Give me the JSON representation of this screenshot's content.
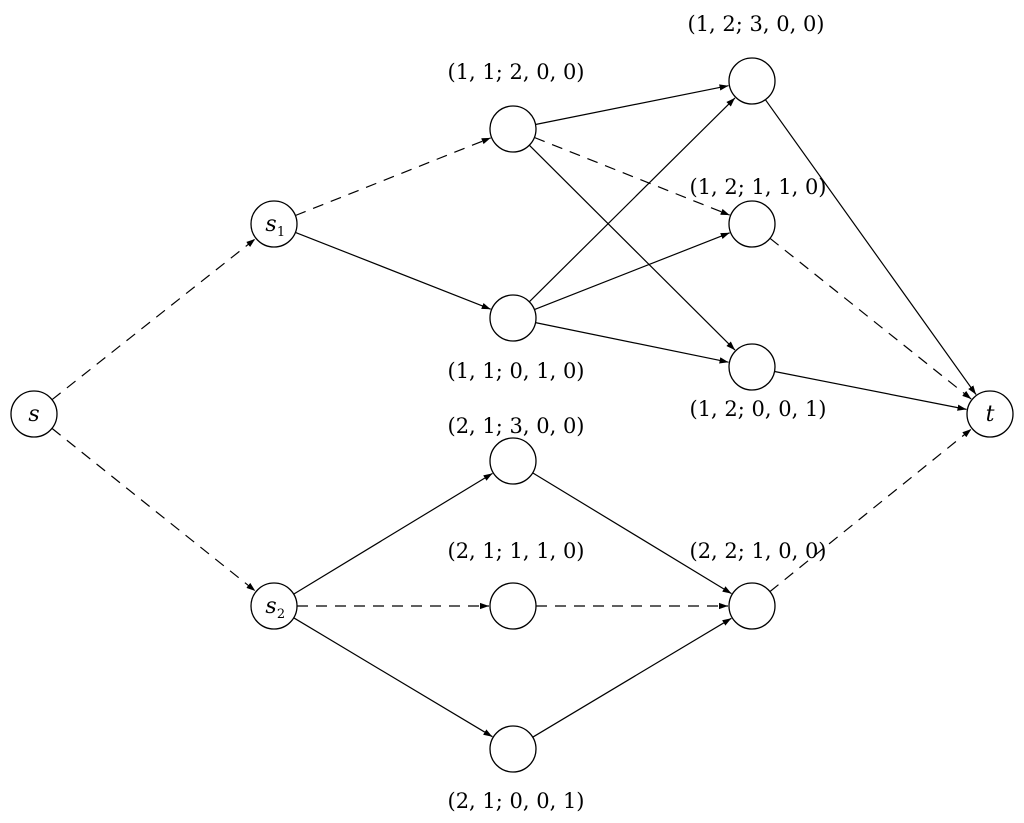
{
  "diagram": {
    "nodes": [
      {
        "id": "s",
        "base": "s",
        "sub": "",
        "tuple": ""
      },
      {
        "id": "s1",
        "base": "s",
        "sub": "1",
        "tuple": ""
      },
      {
        "id": "s2",
        "base": "s",
        "sub": "2",
        "tuple": ""
      },
      {
        "id": "a",
        "base": "",
        "sub": "",
        "tuple": "(1, 1; 2, 0, 0)"
      },
      {
        "id": "b",
        "base": "",
        "sub": "",
        "tuple": "(1, 1; 0, 1, 0)"
      },
      {
        "id": "c",
        "base": "",
        "sub": "",
        "tuple": "(2, 1; 3, 0, 0)"
      },
      {
        "id": "d",
        "base": "",
        "sub": "",
        "tuple": "(2, 1; 1, 1, 0)"
      },
      {
        "id": "e",
        "base": "",
        "sub": "",
        "tuple": "(2, 1; 0, 0, 1)"
      },
      {
        "id": "f",
        "base": "",
        "sub": "",
        "tuple": "(1, 2; 3, 0, 0)"
      },
      {
        "id": "g",
        "base": "",
        "sub": "",
        "tuple": "(1, 2; 1, 1, 0)"
      },
      {
        "id": "h",
        "base": "",
        "sub": "",
        "tuple": "(1, 2; 0, 0, 1)"
      },
      {
        "id": "i",
        "base": "",
        "sub": "",
        "tuple": "(2, 2; 1, 0, 0)"
      },
      {
        "id": "t",
        "base": "t",
        "sub": "",
        "tuple": ""
      }
    ],
    "edges": [
      {
        "from": "s",
        "to": "s1",
        "style": "dashed"
      },
      {
        "from": "s",
        "to": "s2",
        "style": "dashed"
      },
      {
        "from": "s1",
        "to": "a",
        "style": "dashed"
      },
      {
        "from": "s1",
        "to": "b",
        "style": "solid"
      },
      {
        "from": "a",
        "to": "f",
        "style": "solid"
      },
      {
        "from": "a",
        "to": "g",
        "style": "dashed"
      },
      {
        "from": "a",
        "to": "h",
        "style": "solid"
      },
      {
        "from": "b",
        "to": "f",
        "style": "solid"
      },
      {
        "from": "b",
        "to": "g",
        "style": "solid"
      },
      {
        "from": "b",
        "to": "h",
        "style": "solid"
      },
      {
        "from": "s2",
        "to": "c",
        "style": "solid"
      },
      {
        "from": "s2",
        "to": "d",
        "style": "dashed"
      },
      {
        "from": "s2",
        "to": "e",
        "style": "solid"
      },
      {
        "from": "c",
        "to": "i",
        "style": "solid"
      },
      {
        "from": "d",
        "to": "i",
        "style": "dashed"
      },
      {
        "from": "e",
        "to": "i",
        "style": "solid"
      },
      {
        "from": "f",
        "to": "t",
        "style": "solid"
      },
      {
        "from": "g",
        "to": "t",
        "style": "dashed"
      },
      {
        "from": "h",
        "to": "t",
        "style": "solid"
      },
      {
        "from": "i",
        "to": "t",
        "style": "dashed"
      }
    ]
  }
}
